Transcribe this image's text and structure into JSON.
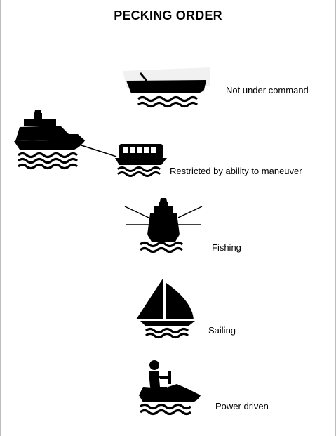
{
  "title": "PECKING ORDER",
  "ink_color": "#000000",
  "background_color": "#ffffff",
  "items": [
    {
      "label": "Not under command",
      "icon": "drifting-boat-icon"
    },
    {
      "label": "Restricted by ability to maneuver",
      "icon": "towing-ship-icon"
    },
    {
      "label": "Fishing",
      "icon": "fishing-vessel-icon"
    },
    {
      "label": "Sailing",
      "icon": "sailboat-icon"
    },
    {
      "label": "Power driven",
      "icon": "personal-watercraft-icon"
    }
  ]
}
